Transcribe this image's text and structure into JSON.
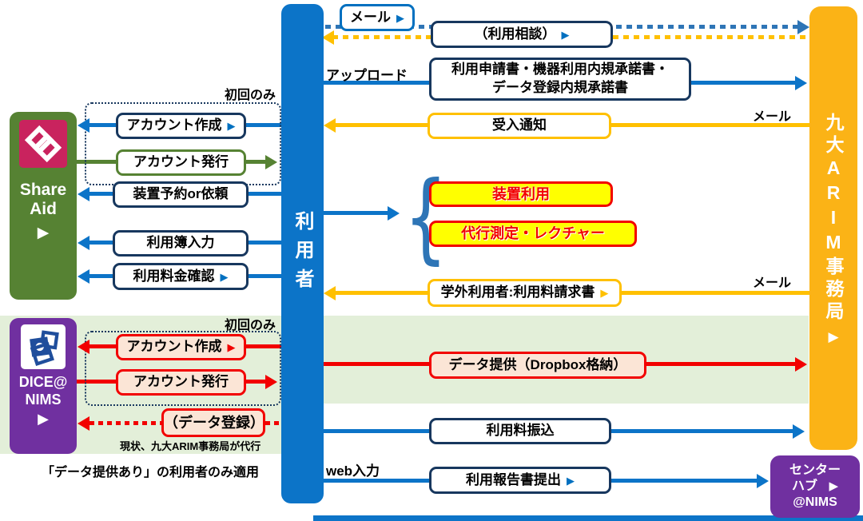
{
  "palette": {
    "blue": "#0C74C8",
    "navy": "#17375E",
    "amber": "#FFC000",
    "office_amber": "#FBB316",
    "green": "#568233",
    "light_green": "#E3EFD9",
    "red": "#F20000",
    "pink": "#FBE5D6",
    "purple": "#7030A0",
    "highlight_yellow": "#FFFF00",
    "share_logo_bg": "#C9235E",
    "dice_logo_blue": "#1F4E9C"
  },
  "glyphs": {
    "play": "▶",
    "brace": "{"
  },
  "entities": {
    "user": {
      "label": "利用者"
    },
    "office": {
      "label": "九大ARIM事務局",
      "arrow": "▶"
    },
    "share_aid": {
      "line1": "Share",
      "line2": "Aid",
      "arrow": "▶"
    },
    "dice": {
      "line1": "DICE@",
      "line2": "NIMS",
      "arrow": "▶"
    },
    "center_hub": {
      "line1": "センター",
      "line2": "ハブ",
      "line3": "@NIMS",
      "arrow": "▶"
    }
  },
  "labels": {
    "mail_top": "メール",
    "upload": "アップロード",
    "mail_right_1": "メール",
    "mail_right_2": "メール",
    "web_input": "web入力",
    "first_time_sa": "初回のみ",
    "first_time_dice": "初回のみ",
    "proxy_note": "現状、九大ARIM事務局が代行",
    "applies_note": "「データ提供あり」の利用者のみ適用"
  },
  "boxes": {
    "consult": "（利用相談）",
    "application_l1": "利用申請書・機器利用内規承諾書・",
    "application_l2": "データ登録内規承諾書",
    "acceptance": "受入通知",
    "sa_account_create": "アカウント作成",
    "sa_account_issue": "アカウント発行",
    "device_reserve": "装置予約or依頼",
    "usage_log": "利用簿入力",
    "fee_check": "利用料金確認",
    "device_use": "装置利用",
    "proxy_measure": "代行測定・レクチャー",
    "external_invoice": "学外利用者:利用料請求書",
    "dice_account_create": "アカウント作成",
    "dice_account_issue": "アカウント発行",
    "data_register": "（データ登録）",
    "data_provide": "データ提供（Dropbox格納）",
    "fee_transfer": "利用料振込",
    "report_submit": "利用報告書提出"
  }
}
